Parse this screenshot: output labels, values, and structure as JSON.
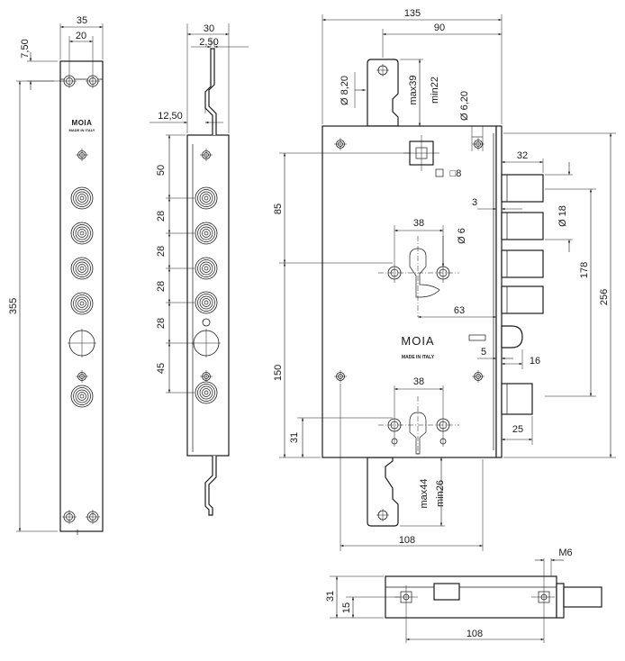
{
  "brand": {
    "logo": "MOIA",
    "made_in": "MADE IN ITALY"
  },
  "faceplate_front": {
    "dim_width": "35",
    "dim_hole_pitch": "20",
    "dim_top": "7,50",
    "dim_height": "355"
  },
  "faceplate_side": {
    "dim_width": "30",
    "dim_offset": "2,50",
    "dim_tab": "12,50",
    "dim_spacing": [
      "50",
      "28",
      "28",
      "28",
      "28",
      "45"
    ]
  },
  "lock_body": {
    "dim_width": "135",
    "dim_latch_offset": "90",
    "dim_hole_top": "Ø 8,20",
    "dim_throw_top": "max39",
    "dim_throw_top_min": "min22",
    "dim_hole_right": "Ø 6,20",
    "dim_bolt_len": "32",
    "dim_square": "□8",
    "dim_gap": "3",
    "dim_bolt_dia": "Ø 18",
    "dim_height_upper": "85",
    "dim_cyl_spacing_upper": "38",
    "dim_cyl_dia": "Ø 6",
    "dim_backset": "63",
    "dim_total_bolt": "178",
    "dim_total_height": "256",
    "dim_latch_gap": "5",
    "dim_latch_len": "16",
    "dim_height_lower": "150",
    "dim_cyl_spacing_lower": "38",
    "dim_bottom": "31",
    "dim_deadbolt": "25",
    "dim_throw_bottom": "max44",
    "dim_throw_bottom_min": "min26",
    "dim_bottom_width": "108"
  },
  "bottom_view": {
    "dim_thread": "M6",
    "dim_height": "31",
    "dim_hole": "15",
    "dim_width": "108"
  }
}
